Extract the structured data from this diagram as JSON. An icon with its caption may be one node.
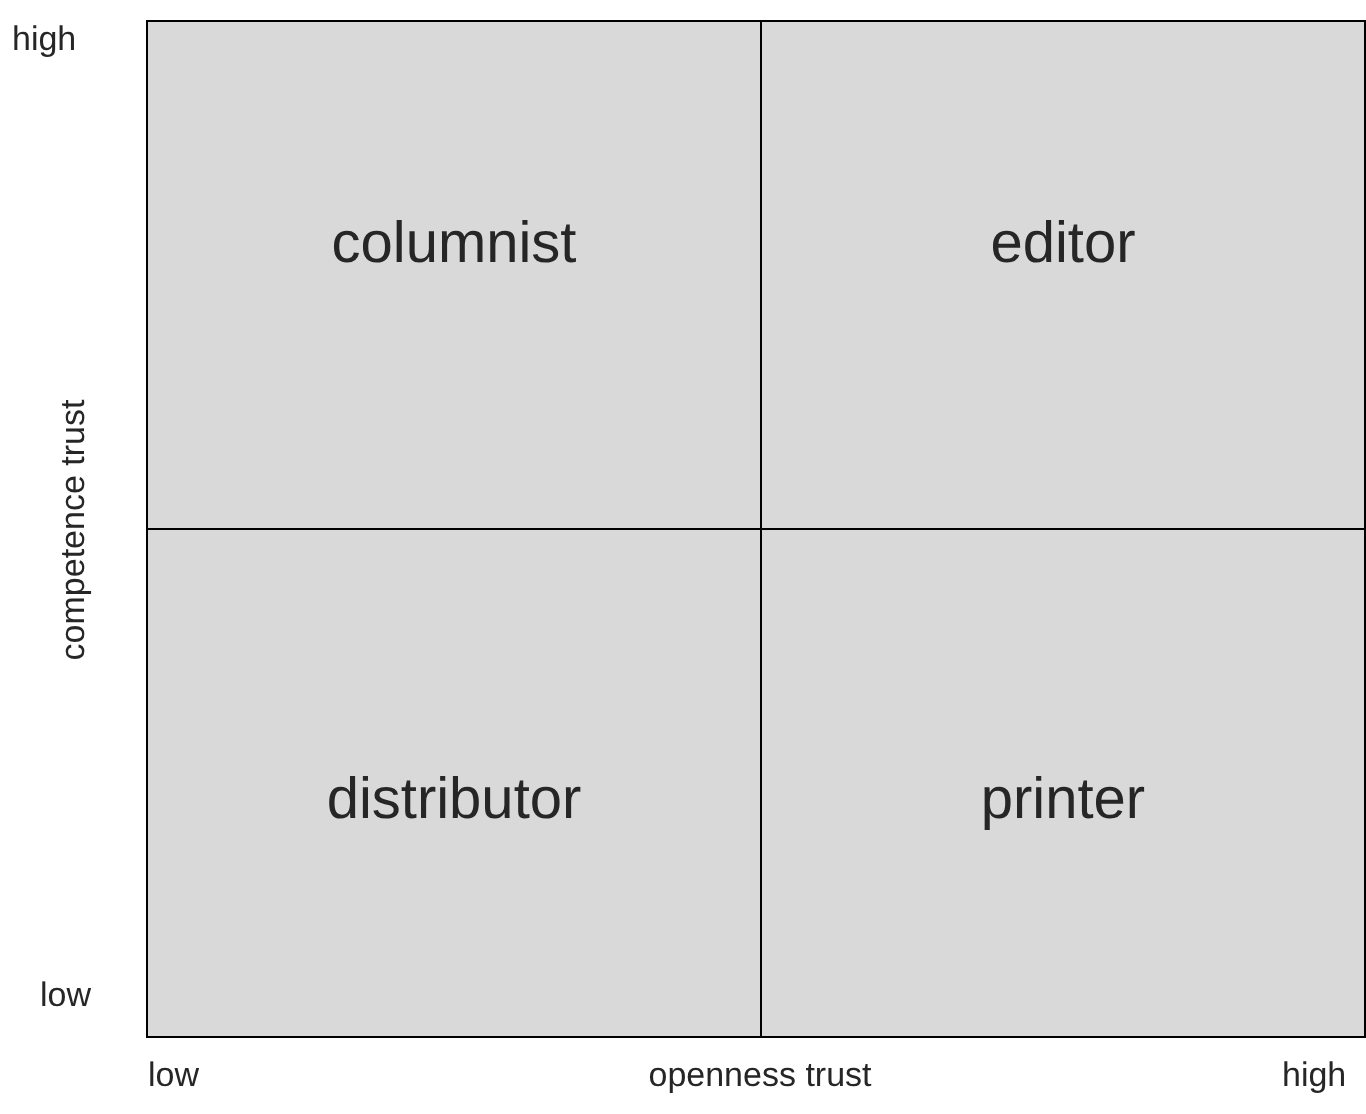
{
  "diagram": {
    "nodes": [
      {
        "text": [
          "columnist"
        ]
      },
      {
        "text": [
          "editor"
        ]
      },
      {
        "text": [
          "distributor"
        ]
      },
      {
        "text": [
          "printer"
        ]
      }
    ],
    "labels": [
      "high",
      "low",
      "competence trust",
      "low",
      "openness trust",
      "high"
    ]
  }
}
